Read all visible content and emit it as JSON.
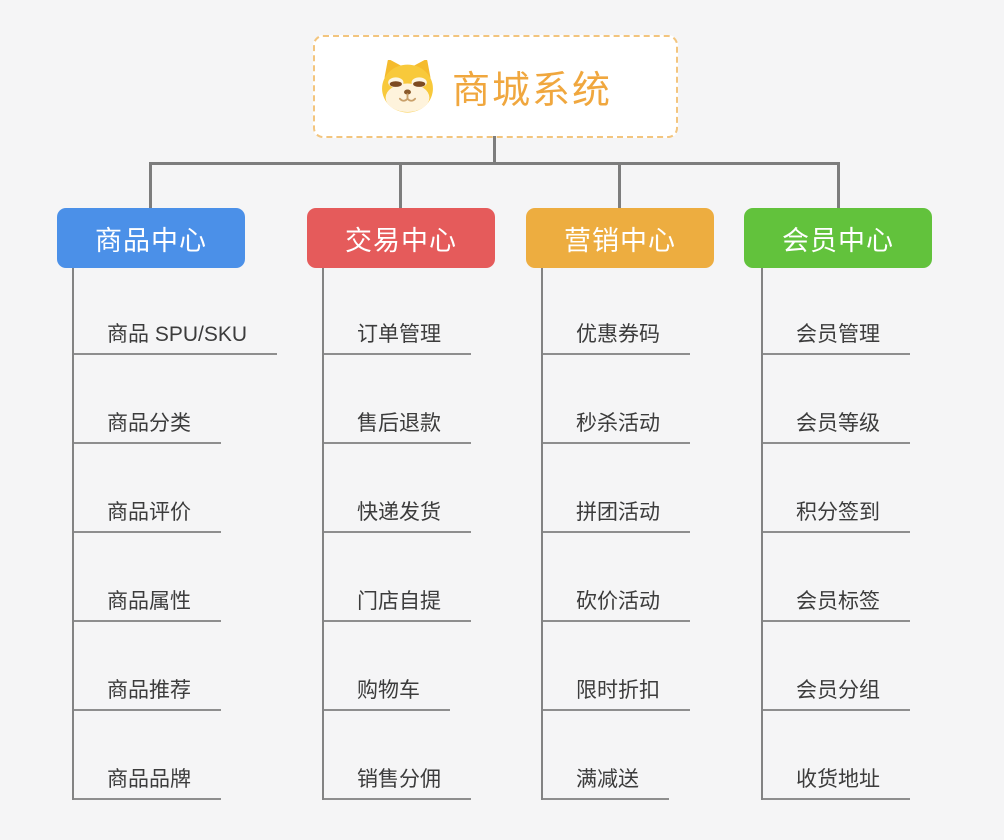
{
  "root": {
    "title": "商城系统",
    "icon": "shiba-dog-icon",
    "title_color": "#f0a73e",
    "border_color": "#f3c57e"
  },
  "connector_color": "#7d7d7d",
  "background_color": "#f5f5f6",
  "branches": [
    {
      "label": "商品中心",
      "color": "#4b90e8",
      "items": [
        "商品 SPU/SKU",
        "商品分类",
        "商品评价",
        "商品属性",
        "商品推荐",
        "商品品牌"
      ]
    },
    {
      "label": "交易中心",
      "color": "#e55b5b",
      "items": [
        "订单管理",
        "售后退款",
        "快递发货",
        "门店自提",
        "购物车",
        "销售分佣"
      ]
    },
    {
      "label": "营销中心",
      "color": "#edad40",
      "items": [
        "优惠券码",
        "秒杀活动",
        "拼团活动",
        "砍价活动",
        "限时折扣",
        "满减送"
      ]
    },
    {
      "label": "会员中心",
      "color": "#62c23c",
      "items": [
        "会员管理",
        "会员等级",
        "积分签到",
        "会员标签",
        "会员分组",
        "收货地址"
      ]
    }
  ]
}
